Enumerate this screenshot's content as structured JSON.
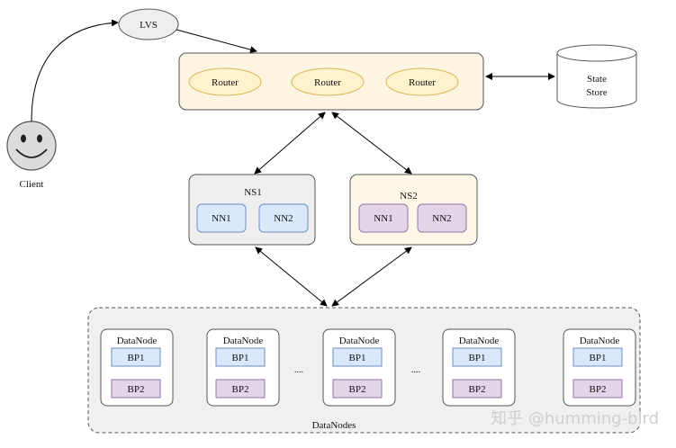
{
  "client": {
    "label": "Client",
    "icon": "smiley-face-icon"
  },
  "lvs": {
    "label": "LVS"
  },
  "routers": {
    "labels": [
      "Router",
      "Router",
      "Router"
    ]
  },
  "state_store": {
    "line1": "State",
    "line2": "Store",
    "icon": "database-cylinder-icon"
  },
  "namespaces": [
    {
      "title": "NS1",
      "nodes": [
        "NN1",
        "NN2"
      ],
      "color": "#dae8fc"
    },
    {
      "title": "NS2",
      "nodes": [
        "NN1",
        "NN2"
      ],
      "color": "#e1d5e7"
    }
  ],
  "datanodes": {
    "label": "DataNodes",
    "node_title": "DataNode",
    "pools": [
      "BP1",
      "BP2"
    ],
    "ellipsis": "....",
    "count": 5
  },
  "watermark": "知乎 @humming-bird",
  "colors": {
    "router_band_fill": "#fdf5e1",
    "router_fill": "#fff2cc",
    "router_stroke": "#d6b656",
    "ns1_box_fill": "#eeeeee",
    "ns2_box_fill": "#fff8e8",
    "bp1_fill": "#dae8fc",
    "bp1_stroke": "#6c8ebf",
    "bp2_fill": "#e1d5e7",
    "bp2_stroke": "#9673a6",
    "datanodes_fill": "#f0f0f0"
  }
}
